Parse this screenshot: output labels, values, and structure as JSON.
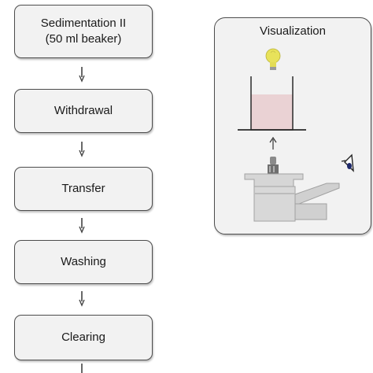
{
  "steps": [
    {
      "lines": [
        "Sedimentation II",
        "(50 ml beaker)"
      ]
    },
    {
      "lines": [
        "Withdrawal"
      ]
    },
    {
      "lines": [
        "Transfer"
      ]
    },
    {
      "lines": [
        "Washing"
      ]
    },
    {
      "lines": [
        "Clearing"
      ]
    }
  ],
  "visualization": {
    "title": "Visualization",
    "icons": [
      "light-bulb-icon",
      "beaker-icon",
      "up-arrow-icon",
      "microscope-icon",
      "eye-icon"
    ]
  },
  "colors": {
    "box_fill": "#f2f2f2",
    "box_border": "#4d4d4d",
    "bulb": "#e8e25a",
    "liquid": "#ead2d4"
  }
}
